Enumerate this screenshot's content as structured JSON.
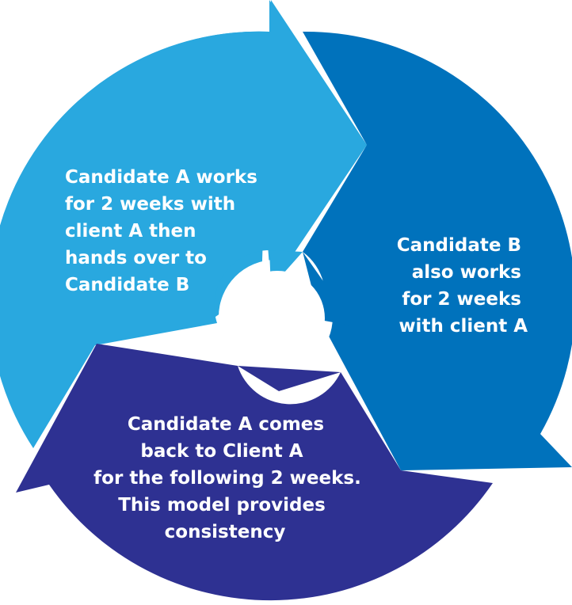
{
  "diagram": {
    "type": "cycle",
    "segments": [
      {
        "id": "segment-candidate-a",
        "color": "#29a8df",
        "lines": [
          "Candidate A works",
          "for 2 weeks with",
          "client A then",
          "hands over to",
          "Candidate B"
        ]
      },
      {
        "id": "segment-candidate-b",
        "color": "#0072bc",
        "lines": [
          "Candidate B",
          "also works",
          "for 2 weeks",
          "with client A"
        ]
      },
      {
        "id": "segment-candidate-a-returns",
        "color": "#2e3192",
        "lines": [
          "Candidate A comes",
          "back to Client A",
          "for the following 2 weeks.",
          "This model provides",
          "consistency"
        ]
      }
    ]
  }
}
